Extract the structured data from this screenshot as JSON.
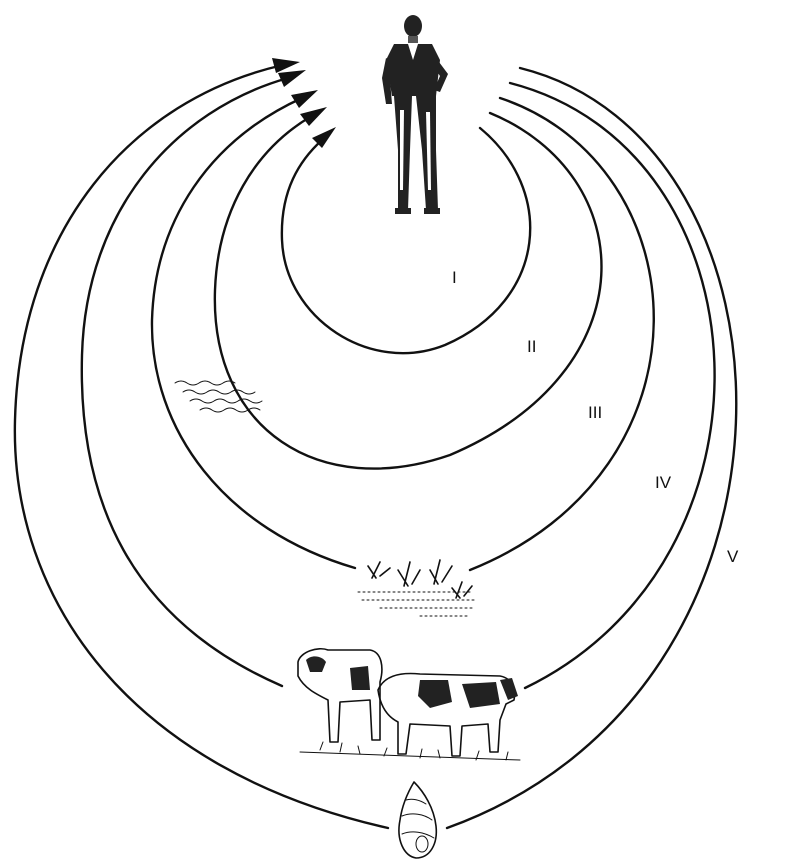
{
  "cycles": [
    {
      "label": "I"
    },
    {
      "label": "II"
    },
    {
      "label": "III"
    },
    {
      "label": "IV"
    },
    {
      "label": "V"
    }
  ],
  "figures": {
    "person": "person-icon",
    "water": "water-waves-icon",
    "plants": "aquatic-plants-icon",
    "cattle": "cattle-icon",
    "snail": "snail-shell-icon"
  }
}
